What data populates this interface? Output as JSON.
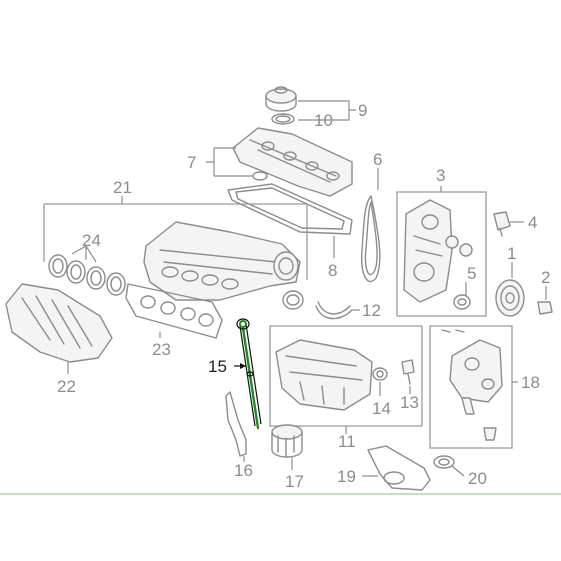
{
  "diagram": {
    "highlight_color": "#1e8a1e",
    "line_color": "#8c8c8c",
    "highlighted_callout": "15",
    "callouts": {
      "c1": "1",
      "c2": "2",
      "c3": "3",
      "c4": "4",
      "c5": "5",
      "c6": "6",
      "c7": "7",
      "c8": "8",
      "c9": "9",
      "c10": "10",
      "c11": "11",
      "c12": "12",
      "c13": "13",
      "c14": "14",
      "c15": "15",
      "c16": "16",
      "c17": "17",
      "c18": "18",
      "c19": "19",
      "c20": "20",
      "c21": "21",
      "c22": "22",
      "c23": "23",
      "c24": "24"
    }
  }
}
